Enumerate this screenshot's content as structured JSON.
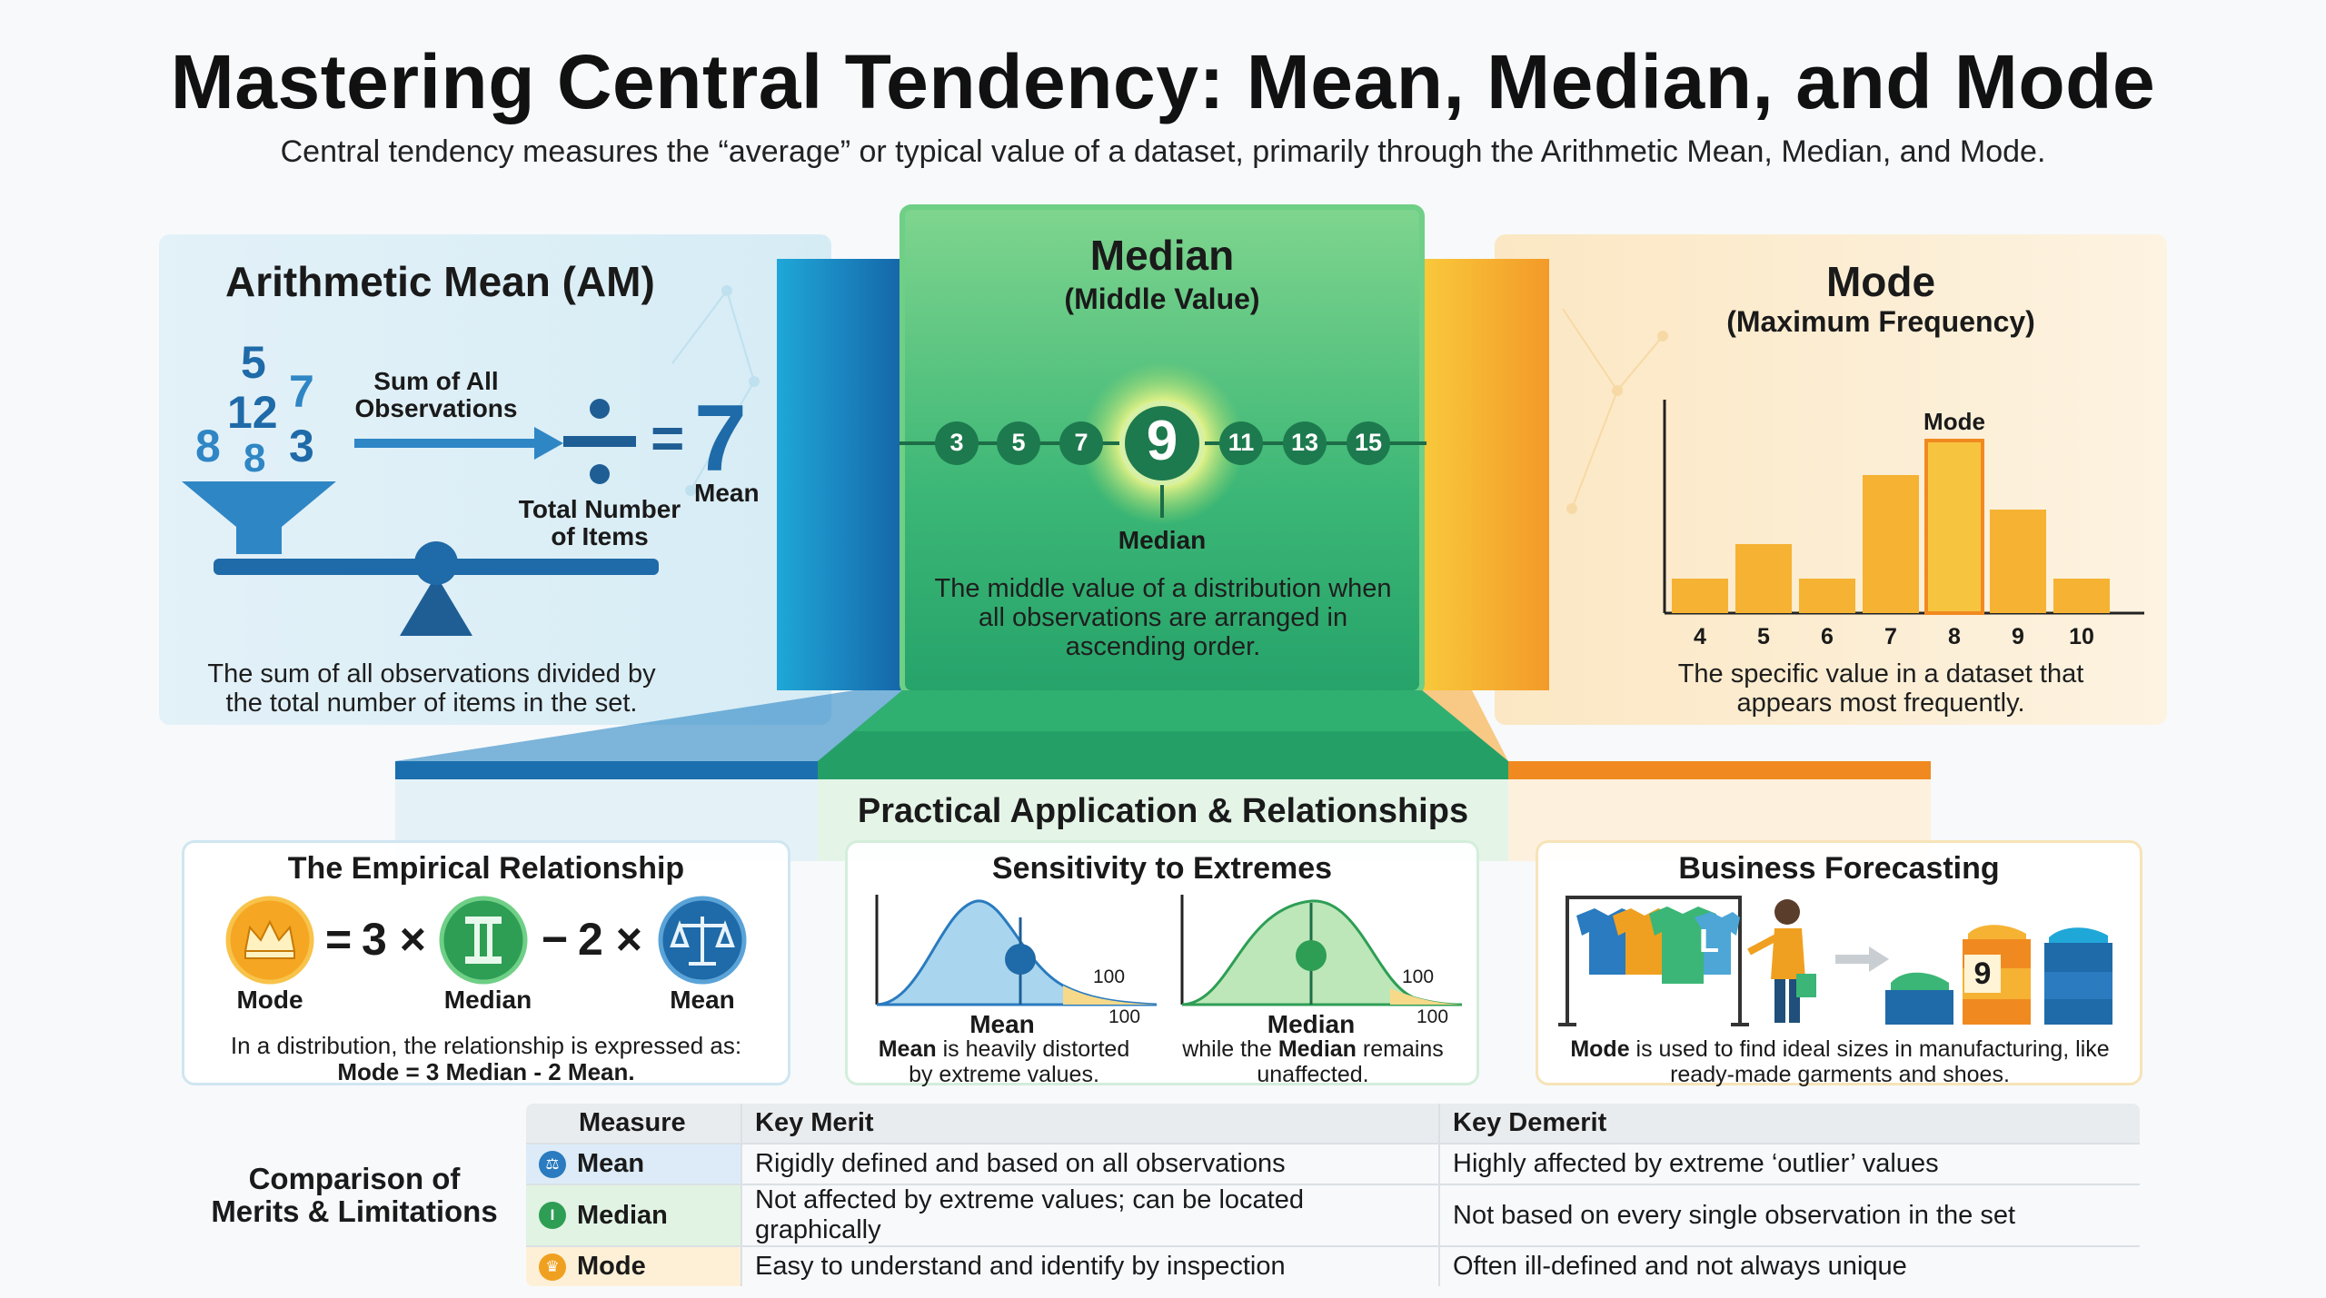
{
  "header": {
    "title": "Mastering Central Tendency: Mean, Median, and Mode",
    "subtitle": "Central tendency measures the “average” or typical value of a dataset, primarily through the Arithmetic Mean, Median, and Mode."
  },
  "mean_panel": {
    "title": "Arithmetic Mean (AM)",
    "numbers": [
      "5",
      "7",
      "12",
      "8",
      "3",
      "8"
    ],
    "sum_label_1": "Sum of All",
    "sum_label_2": "Observations",
    "count_label_1": "Total Number",
    "count_label_2": "of Items",
    "equals": "=",
    "result": "7",
    "result_label": "Mean",
    "desc_1": "The sum of all observations divided by",
    "desc_2": "the total number of items in the set."
  },
  "median_panel": {
    "title": "Median",
    "subtitle": "(Middle Value)",
    "values": [
      "3",
      "5",
      "7",
      "9",
      "11",
      "13",
      "15"
    ],
    "highlight": "9",
    "pointer_label": "Median",
    "desc_1": "The middle value of a distribution when",
    "desc_2": "all observations are arranged in",
    "desc_3": "ascending order."
  },
  "mode_panel": {
    "title": "Mode",
    "subtitle": "(Maximum Frequency)",
    "peak_label": "Mode",
    "desc_1": "The specific value in a dataset that",
    "desc_2": "appears most frequently."
  },
  "chart_data": {
    "type": "bar",
    "categories": [
      "4",
      "5",
      "6",
      "7",
      "8",
      "9",
      "10"
    ],
    "values": [
      1,
      2,
      1,
      4,
      5,
      3,
      1
    ],
    "highlight_category": "8",
    "annotation": "Mode",
    "colors": {
      "bar": "#f5b233",
      "highlight": "#f7c440"
    }
  },
  "practical": {
    "title": "Practical Application & Relationships"
  },
  "empirical": {
    "title": "The Empirical Relationship",
    "eq": "=",
    "coef_1": "3 ×",
    "minus": "−",
    "coef_2": "2 ×",
    "mode_label": "Mode",
    "median_label": "Median",
    "mean_label": "Mean",
    "desc_1": "In a distribution, the relationship is expressed as:",
    "desc_2": "Mode = 3 Median - 2 Mean."
  },
  "sensitivity": {
    "title": "Sensitivity to Extremes",
    "left_curve_label": "Mean",
    "right_curve_label": "Median",
    "outlier_value": "100",
    "desc_left_bold": "Mean",
    "desc_left_1": " is heavily distorted",
    "desc_left_2": "by extreme values.",
    "desc_right_1": "while the ",
    "desc_right_bold": "Median",
    "desc_right_2": " remains",
    "desc_right_3": "unaffected."
  },
  "forecasting": {
    "title": "Business Forecasting",
    "shirt_size": "L",
    "box_size": "9",
    "desc_bold": "Mode",
    "desc_1": " is used to find ideal sizes in manufacturing, like",
    "desc_2": "ready-made garments and shoes."
  },
  "comparison": {
    "label_1": "Comparison of",
    "label_2": "Merits & Limitations",
    "headers": [
      "Measure",
      "Key Merit",
      "Key Demerit"
    ],
    "rows": [
      {
        "measure": "Mean",
        "merit": "Rigidly defined and based on all observations",
        "demerit": "Highly affected by extreme ‘outlier’ values",
        "color": "#dcebf7",
        "icon_color": "#2a7bbf"
      },
      {
        "measure": "Median",
        "merit": "Not affected by extreme values; can be located graphically",
        "demerit": "Not based on every single observation in the set",
        "color": "#e1f3e3",
        "icon_color": "#2e9e55"
      },
      {
        "measure": "Mode",
        "merit": "Easy to understand and identify by inspection",
        "demerit": "Often ill-defined and not always unique",
        "color": "#fdf0d6",
        "icon_color": "#f0a020"
      }
    ]
  }
}
